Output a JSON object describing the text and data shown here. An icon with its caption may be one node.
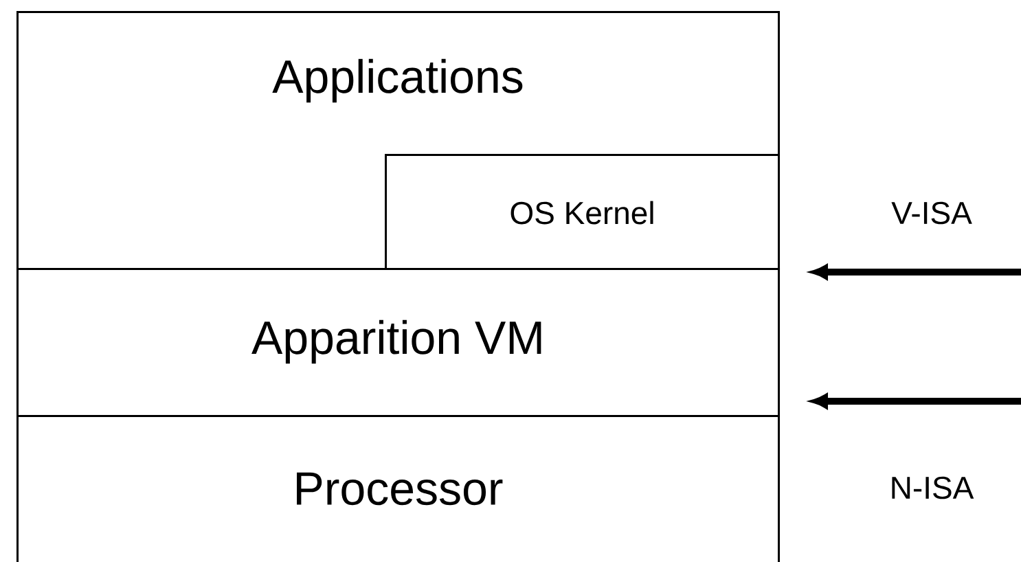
{
  "diagram": {
    "nodes": [
      {
        "text": [
          "Applications"
        ]
      },
      {
        "text": [
          "OS Kernel"
        ],
        "in": 0
      },
      {
        "text": [
          "Apparition VM"
        ]
      },
      {
        "text": [
          "Processor"
        ]
      }
    ],
    "edges": [
      {
        "from": null,
        "to": 2,
        "arrow": "to",
        "label": "V-ISA"
      },
      {
        "from": null,
        "to": 2,
        "arrow": "to",
        "label": "N-ISA"
      }
    ]
  }
}
